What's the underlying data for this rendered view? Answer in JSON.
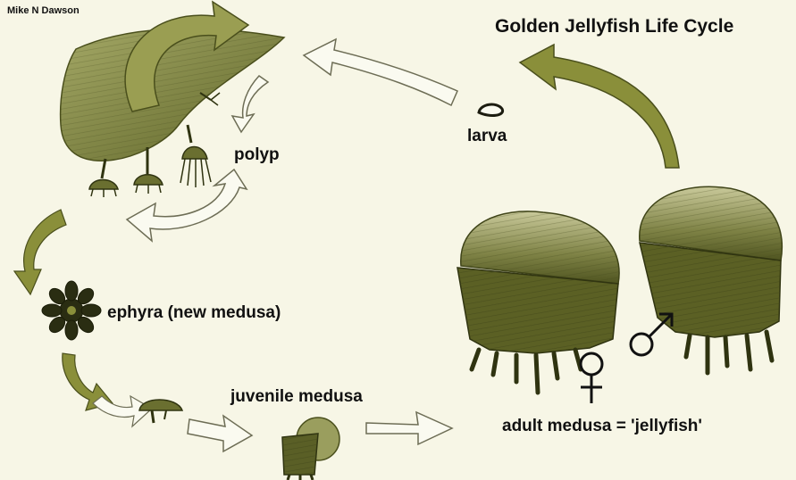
{
  "credit": "Mike N Dawson",
  "title": "Golden Jellyfish Life Cycle",
  "stages": {
    "polyp": "polyp",
    "larva": "larva",
    "ephyra": "ephyra (new medusa)",
    "juvenile": "juvenile medusa",
    "adult": "adult medusa = 'jellyfish'"
  },
  "symbols": {
    "female": "female-symbol",
    "male": "male-symbol"
  },
  "colors": {
    "background": "#f7f6e6",
    "olive": "#8a8f3a",
    "dark_olive": "#5e6423",
    "arrow_fill": "#fafaf0",
    "outline": "#6d6d55"
  }
}
